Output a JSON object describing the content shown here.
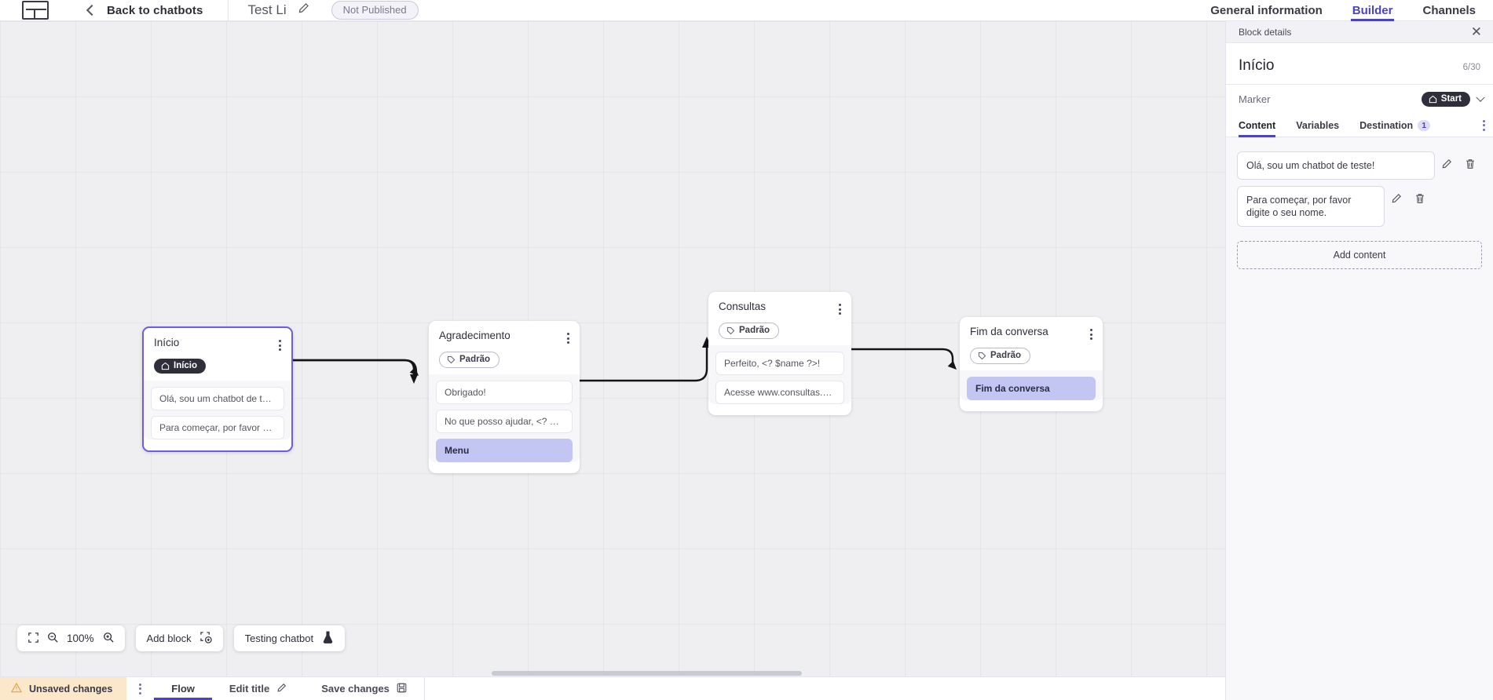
{
  "topbar": {
    "logo_icon": "app-logo-icon",
    "back_icon": "chevron-left-icon",
    "back_label": "Back to chatbots",
    "doc_title": "Test Li",
    "edit_icon": "pencil-icon",
    "status_pill": "Not Published",
    "tabs": [
      {
        "label": "General information",
        "active": false
      },
      {
        "label": "Builder",
        "active": true
      },
      {
        "label": "Channels",
        "active": false
      }
    ]
  },
  "canvas": {
    "nodes": [
      {
        "id": "inicio",
        "title": "Início",
        "tag": "Início",
        "tag_kind": "start",
        "tag_icon": "home-icon",
        "selected": true,
        "menu_icon": "kebab-menu-icon",
        "messages": [
          {
            "text": "Olá, sou um chatbot de teste!",
            "highlight": false
          },
          {
            "text": "Para começar, por favor digite o ...",
            "highlight": false
          }
        ]
      },
      {
        "id": "agradecimento",
        "title": "Agradecimento",
        "tag": "Padrão",
        "tag_kind": "padrao",
        "tag_icon": "tag-icon",
        "selected": false,
        "menu_icon": "kebab-menu-icon",
        "messages": [
          {
            "text": "Obrigado!",
            "highlight": false
          },
          {
            "text": "No que posso ajudar, <? $name ...",
            "highlight": false
          },
          {
            "text": "Menu",
            "highlight": true
          }
        ]
      },
      {
        "id": "consultas",
        "title": "Consultas",
        "tag": "Padrão",
        "tag_kind": "padrao",
        "tag_icon": "tag-icon",
        "selected": false,
        "menu_icon": "kebab-menu-icon",
        "messages": [
          {
            "text": "Perfeito, <? $name ?>!",
            "highlight": false
          },
          {
            "text": "Acesse www.consultas.com par...",
            "highlight": false
          }
        ]
      },
      {
        "id": "fim",
        "title": "Fim da conversa",
        "tag": "Padrão",
        "tag_kind": "padrao",
        "tag_icon": "tag-icon",
        "selected": false,
        "menu_icon": "kebab-menu-icon",
        "messages": [
          {
            "text": "Fim da conversa",
            "highlight": true
          }
        ]
      }
    ],
    "toolbar": {
      "fit_icon": "fit-screen-icon",
      "zoom_out_icon": "zoom-out-icon",
      "zoom_level": "100%",
      "zoom_in_icon": "zoom-in-icon",
      "add_block_label": "Add block",
      "add_block_icon": "add-block-icon",
      "testing_label": "Testing chatbot",
      "testing_icon": "flask-icon"
    }
  },
  "statusbar": {
    "warning_icon": "warning-triangle-icon",
    "unsaved_label": "Unsaved changes",
    "kebab_icon": "kebab-menu-icon",
    "items": [
      {
        "label": "Flow",
        "icon": null,
        "active": true
      },
      {
        "label": "Edit title",
        "icon": "pencil-icon",
        "active": false
      },
      {
        "label": "Save changes",
        "icon": "save-disk-icon",
        "active": false
      }
    ]
  },
  "panel": {
    "header_label": "Block details",
    "close_icon": "close-icon",
    "title": "Início",
    "count": "6/30",
    "marker_label": "Marker",
    "marker_value": "Start",
    "marker_icon": "home-icon",
    "marker_chevron": "chevron-down-icon",
    "tabs": [
      {
        "label": "Content",
        "badge": null,
        "active": true
      },
      {
        "label": "Variables",
        "badge": null,
        "active": false
      },
      {
        "label": "Destination",
        "badge": "1",
        "active": false
      }
    ],
    "tabs_kebab": "kebab-menu-icon",
    "contents": [
      {
        "text": "Olá, sou um chatbot de teste!",
        "edit_icon": "pencil-icon",
        "delete_icon": "trash-icon"
      },
      {
        "text": "Para começar, por favor digite o seu nome.",
        "edit_icon": "pencil-icon",
        "delete_icon": "trash-icon"
      }
    ],
    "add_content_label": "Add content"
  },
  "colors": {
    "accent": "#4b43c4",
    "highlight": "#c3c6f2",
    "warning_bg": "#fbe8cb",
    "start_tag_bg": "#2f2f3c"
  }
}
